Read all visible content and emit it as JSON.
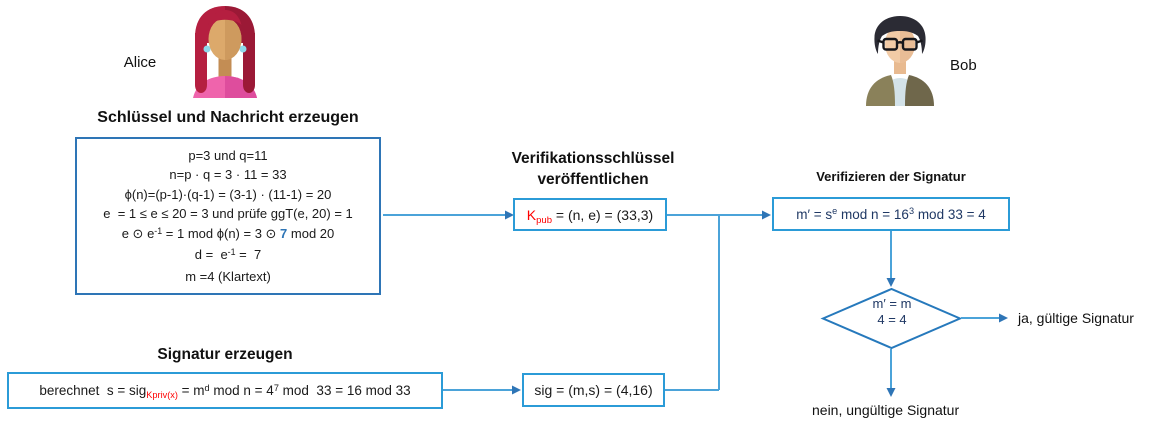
{
  "colors": {
    "line-blue": "#4BA3D9",
    "arrow-blue": "#2E75B6",
    "box-border-light": "#2B9BD7",
    "box-border-dark": "#2E75B6",
    "navy": "#1F3864",
    "red": "#FF0000",
    "blue-accent": "#2E75B6",
    "text-black": "#1A1A1A"
  },
  "actors": {
    "alice": {
      "label": "Alice"
    },
    "bob": {
      "label": "Bob"
    }
  },
  "key_generation": {
    "title": "Schlüssel und Nachricht erzeugen",
    "lines": [
      [
        {
          "t": "p=3 und q=11"
        }
      ],
      [
        {
          "t": "n=p · q = 3 · 11 = 33"
        }
      ],
      [
        {
          "t": "ϕ(n)=(p-1)·(q-1) = (3-1) · (11-1) = 20"
        }
      ],
      [
        {
          "t": "e  = 1 ≤ e ≤ 20 = 3 und prüfe ggT(e, 20) = 1"
        }
      ],
      [
        {
          "t": "e ⊙ e"
        },
        {
          "t": "-1",
          "c": "sup"
        },
        {
          "t": " = 1 mod ϕ(n) = 3 ⊙ "
        },
        {
          "t": "7",
          "c": "blue-bold"
        },
        {
          "t": " mod 20"
        }
      ],
      [
        {
          "t": "d =  e"
        },
        {
          "t": "-1",
          "c": "sup"
        },
        {
          "t": " =  7"
        }
      ],
      [
        {
          "t": "m =4 (Klartext)"
        }
      ]
    ]
  },
  "publish_key": {
    "title_line1": "Verifikationsschlüssel",
    "title_line2": "veröffentlichen",
    "box": [
      {
        "t": "K",
        "c": "red"
      },
      {
        "t": "pub",
        "c": "red sub"
      },
      {
        "t": " = (n, e) = (33,3)"
      }
    ]
  },
  "verify": {
    "title": "Verifizieren der Signatur",
    "box": [
      {
        "t": "m′ = s"
      },
      {
        "t": "e",
        "c": "sup"
      },
      {
        "t": " mod n = 16"
      },
      {
        "t": "3",
        "c": "sup"
      },
      {
        "t": " mod 33 = 4"
      }
    ]
  },
  "decision": {
    "line1": "m′ = m",
    "line2": "4 = 4",
    "yes_label": "ja, gültige Signatur",
    "no_label": "nein, ungültige Signatur"
  },
  "signature": {
    "title": "Signatur erzeugen",
    "box": [
      {
        "t": "berechnet  s = sig"
      },
      {
        "t": "Kpriv(x)",
        "c": "red sub"
      },
      {
        "t": " = m"
      },
      {
        "t": "d",
        "c": "sup"
      },
      {
        "t": " mod n = 4"
      },
      {
        "t": "7",
        "c": "sup"
      },
      {
        "t": " mod  33 = 16 mod 33"
      }
    ]
  },
  "sig_value": {
    "box": [
      {
        "t": "sig = (m,s) = (4,16)"
      }
    ]
  }
}
